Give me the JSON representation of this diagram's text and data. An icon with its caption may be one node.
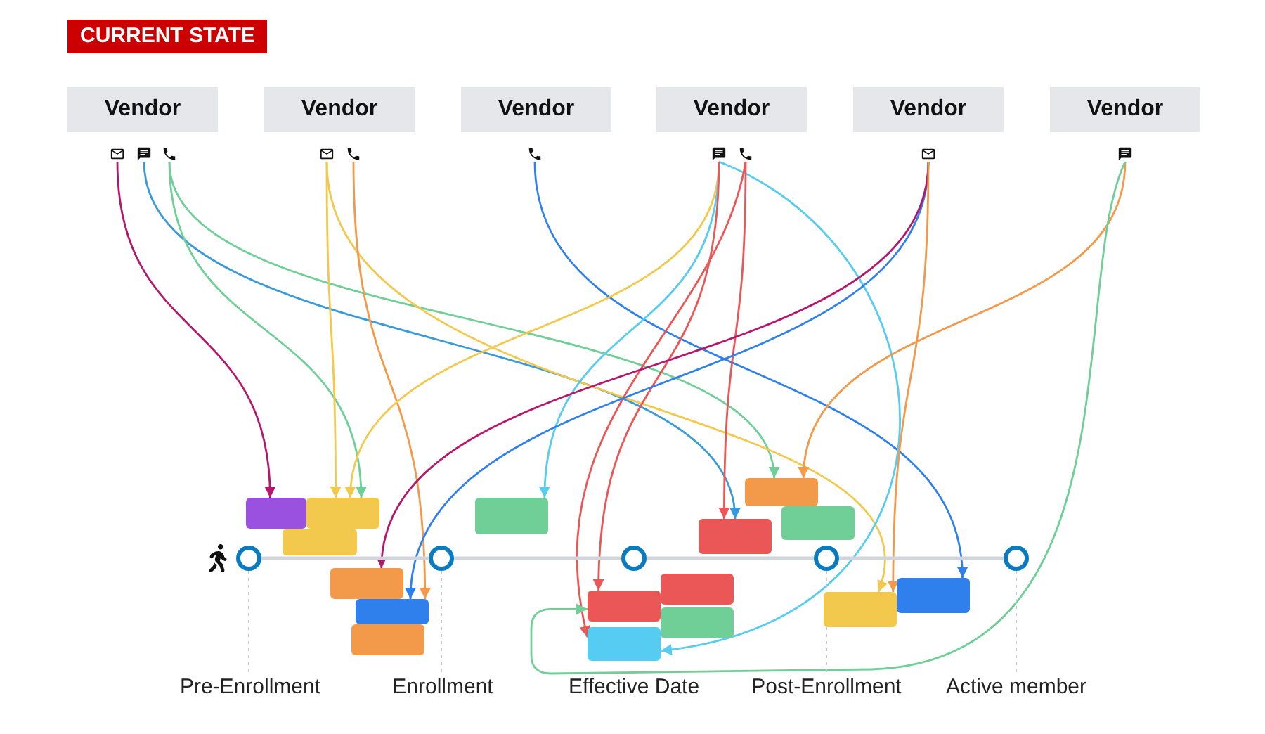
{
  "diagram": {
    "title": "CURRENT STATE",
    "nodes": [
      {
        "text": [
          "Vendor"
        ]
      },
      {
        "text": [
          "Vendor"
        ]
      },
      {
        "text": [
          "Vendor"
        ]
      },
      {
        "text": [
          "Vendor"
        ]
      },
      {
        "text": [
          "Vendor"
        ]
      },
      {
        "text": [
          "Vendor"
        ]
      },
      {
        "text": [],
        "shape": "envelope"
      },
      {
        "text": [],
        "shape": "bubble"
      },
      {
        "text": [],
        "shape": "phone"
      },
      {
        "text": [],
        "shape": "envelope"
      },
      {
        "text": [],
        "shape": "phone"
      },
      {
        "text": [],
        "shape": "phone"
      },
      {
        "text": [],
        "shape": "bubble"
      },
      {
        "text": [],
        "shape": "phone"
      },
      {
        "text": [],
        "shape": "envelope"
      },
      {
        "text": [],
        "shape": "bubble"
      },
      {
        "text": [],
        "shape": "box"
      },
      {
        "text": [],
        "shape": "box"
      },
      {
        "text": [],
        "shape": "box"
      },
      {
        "text": [],
        "shape": "box"
      },
      {
        "text": [],
        "shape": "box"
      },
      {
        "text": [],
        "shape": "box"
      },
      {
        "text": [],
        "shape": "box"
      },
      {
        "text": [],
        "shape": "box"
      },
      {
        "text": [],
        "shape": "box"
      },
      {
        "text": [],
        "shape": "box"
      },
      {
        "text": [],
        "shape": "box"
      },
      {
        "text": [],
        "shape": "box"
      },
      {
        "text": [],
        "shape": "box"
      },
      {
        "text": [],
        "shape": "box"
      },
      {
        "text": [],
        "shape": "box"
      },
      {
        "text": [],
        "shape": "box"
      },
      {
        "text": [],
        "shape": "circle"
      },
      {
        "text": [],
        "shape": "circle"
      },
      {
        "text": [],
        "shape": "circle"
      },
      {
        "text": [],
        "shape": "circle"
      },
      {
        "text": [],
        "shape": "circle"
      },
      {
        "text": [
          "Pre-Enrollment"
        ]
      },
      {
        "text": [
          "Enrollment"
        ]
      },
      {
        "text": [
          "Effective Date"
        ]
      },
      {
        "text": [
          "Post-Enrollment"
        ]
      },
      {
        "text": [
          "Active member"
        ]
      }
    ],
    "edges": [
      {
        "from": 6,
        "to": 16,
        "arrow": "to",
        "color": "#b5176b"
      },
      {
        "from": 7,
        "to": 25,
        "arrow": "to",
        "color": "#3a9ad9"
      },
      {
        "from": 8,
        "to": 17,
        "arrow": "to",
        "color": "#6fcf97"
      },
      {
        "from": 8,
        "to": 23,
        "arrow": "to",
        "color": "#6fcf97"
      },
      {
        "from": 9,
        "to": 17,
        "arrow": "to",
        "color": "#f2c94c"
      },
      {
        "from": 9,
        "to": 30,
        "arrow": "to",
        "color": "#f2c94c"
      },
      {
        "from": 10,
        "to": 19,
        "arrow": "to",
        "color": "#f2994a"
      },
      {
        "from": 11,
        "to": 31,
        "arrow": "to",
        "color": "#2f80ed"
      },
      {
        "from": 12,
        "to": 17,
        "arrow": "to",
        "color": "#f2c94c"
      },
      {
        "from": 12,
        "to": 22,
        "arrow": "to",
        "color": "#56ccf2"
      },
      {
        "from": 12,
        "to": 29,
        "arrow": "to",
        "color": "#56ccf2"
      },
      {
        "from": 12,
        "to": 27,
        "arrow": "to",
        "color": "#eb5757"
      },
      {
        "from": 13,
        "to": 29,
        "arrow": "to",
        "color": "#eb5757"
      },
      {
        "from": 13,
        "to": 25,
        "arrow": "to",
        "color": "#eb5757"
      },
      {
        "from": 14,
        "to": 19,
        "arrow": "to",
        "color": "#2f80ed"
      },
      {
        "from": 14,
        "to": 20,
        "arrow": "to",
        "color": "#b5176b"
      },
      {
        "from": 14,
        "to": 30,
        "arrow": "to",
        "color": "#f2994a"
      },
      {
        "from": 15,
        "to": 23,
        "arrow": "to",
        "color": "#f2994a"
      },
      {
        "from": 15,
        "to": 27,
        "arrow": "to",
        "color": "#6fcf97"
      },
      {
        "from": 32,
        "to": 33,
        "arrow": "none",
        "color": "#d1d5db"
      },
      {
        "from": 33,
        "to": 34,
        "arrow": "none",
        "color": "#d1d5db"
      },
      {
        "from": 34,
        "to": 35,
        "arrow": "none",
        "color": "#d1d5db"
      },
      {
        "from": 35,
        "to": 36,
        "arrow": "none",
        "color": "#d1d5db"
      },
      {
        "from": 32,
        "to": 37,
        "arrow": "none",
        "style": "dashed",
        "color": "#c4c7cc"
      },
      {
        "from": 33,
        "to": 38,
        "arrow": "none",
        "style": "dashed",
        "color": "#c4c7cc"
      },
      {
        "from": 35,
        "to": 40,
        "arrow": "none",
        "style": "dashed",
        "color": "#c4c7cc"
      },
      {
        "from": 36,
        "to": 41,
        "arrow": "none",
        "style": "dashed",
        "color": "#c4c7cc"
      }
    ]
  }
}
